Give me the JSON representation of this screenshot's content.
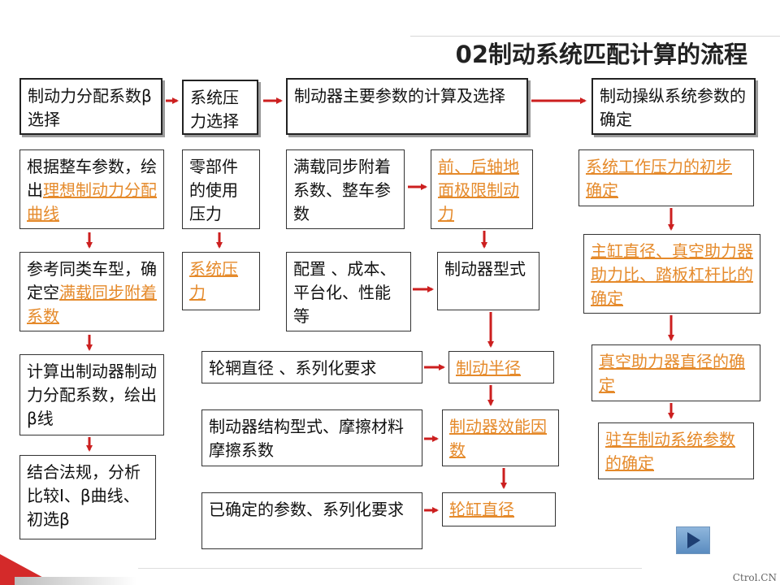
{
  "title": "02制动系统匹配计算的流程",
  "watermark": "Ctrol.CN",
  "headers": {
    "col1": "制动力分配系数β选择",
    "col2": "系统压力选择",
    "col3": "制动器主要参数的计算及选择",
    "col4": "制动操纵系统参数的确定"
  },
  "col1": {
    "b1_text": "根据整车参数，绘出",
    "b1_link": "理想制动力分配曲线",
    "b2_text": "参考同类车型，确定空",
    "b2_link": "满载同步附着系数",
    "b3": "计算出制动器制动力分配系数，绘出β线",
    "b4": "结合法规，分析比较I、β曲线、初选β"
  },
  "col2": {
    "b1": "零部件的使用压力",
    "b2_link": "系统压力"
  },
  "col3": {
    "in1": "满载同步附着系数、整车参数",
    "out1_link": "前、后轴地面极限制动力",
    "in2": "配置 、成本、平台化、性能等",
    "out2": "制动器型式",
    "in3": "轮辋直径 、系列化要求",
    "out3_link": "制动半径",
    "in4": "制动器结构型式、摩擦材料摩擦系数",
    "out4_link": "制动器效能因数",
    "in5": "已确定的参数、系列化要求",
    "out5_link": "轮缸直径"
  },
  "col4": {
    "b1_link": "系统工作压力的初步确定",
    "b2_link": "主缸直径、真空助力器助力比、踏板杠杆比的确定",
    "b3_link": "真空助力器直径的确定",
    "b4_link": "驻车制动系统参数的确定"
  },
  "colors": {
    "arrow": "#cc1f1f",
    "link": "#e58a2b",
    "button": "#6f95bd"
  },
  "icons": {
    "next": "play-triangle-icon"
  }
}
